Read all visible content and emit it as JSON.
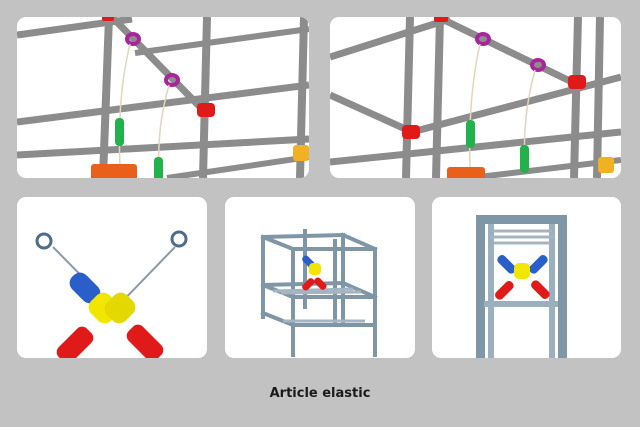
{
  "caption": "Article elastic",
  "colors": {
    "background": "#c2c2c2",
    "panel": "#ffffff",
    "bar": "#8c8c8c",
    "frame_blue": "#7f96a6",
    "connector_red": "#e01919",
    "clip_purple": "#a8259c",
    "handle_green": "#22b24c",
    "ring_blue": "#2a5ec8",
    "ring_yellow": "#f2e600",
    "foot_orange": "#e8601a",
    "foot_yellow": "#f0b222"
  },
  "panels": [
    {
      "name": "detail-view-left"
    },
    {
      "name": "detail-view-right"
    },
    {
      "name": "elastic-product"
    },
    {
      "name": "frame-with-elastic"
    },
    {
      "name": "front-view-elastic"
    }
  ]
}
